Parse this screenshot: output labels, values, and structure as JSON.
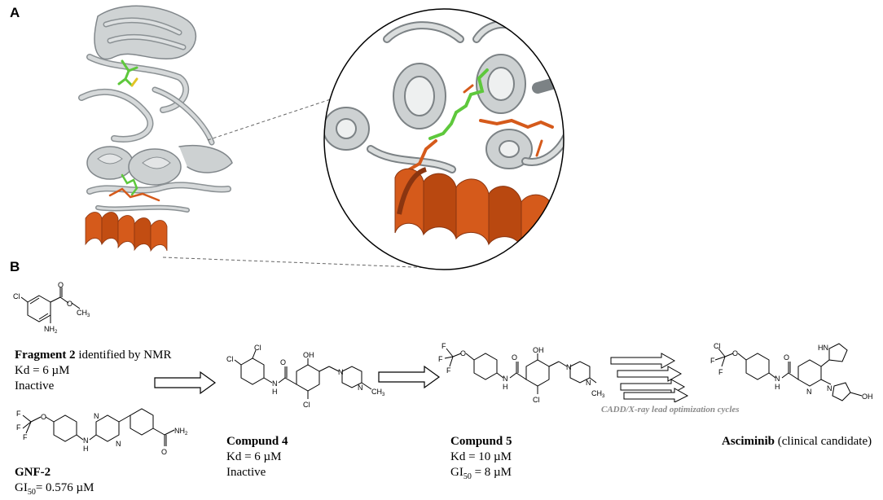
{
  "panels": {
    "a": "A",
    "b": "B"
  },
  "fragment2": {
    "name": "Fragment 2",
    "suffix": " identified by NMR",
    "kd": "Kd = 6 µM",
    "activity": "Inactive",
    "atoms": {
      "cl": "Cl",
      "nh2": "NH",
      "nh2_sub": "2",
      "o1": "O",
      "o2": "O",
      "ch3": "CH",
      "ch3_sub": "3"
    }
  },
  "gnf2": {
    "name": "GNF-2",
    "gi_label": "GI",
    "gi_sub": "50",
    "gi_value": "= 0.576 µM",
    "atoms": {
      "f1": "F",
      "f2": "F",
      "f3": "F",
      "o": "O",
      "n1": "N",
      "n2": "N",
      "nh": "N",
      "h": "H",
      "nh2": "NH",
      "nh2_sub": "2",
      "co": "O"
    }
  },
  "compound4": {
    "name": "Compund 4",
    "kd": "Kd = 6 µM",
    "activity": "Inactive",
    "atoms": {
      "cl1": "Cl",
      "cl2": "Cl",
      "cl3": "Cl",
      "o": "O",
      "oh": "OH",
      "n": "N",
      "h": "H",
      "pn1": "N",
      "pn2": "N",
      "me": "CH",
      "me_sub": "3"
    }
  },
  "compound5": {
    "name": "Compund 5",
    "kd": "Kd = 10 µM",
    "gi_label": "GI",
    "gi_sub": "50",
    "gi_value": " = 8 µM",
    "atoms": {
      "f1": "F",
      "f2": "F",
      "f3": "F",
      "o1": "O",
      "o": "O",
      "oh": "OH",
      "n": "N",
      "h": "H",
      "cl": "Cl",
      "pn1": "N",
      "pn2": "N",
      "me": "CH",
      "me_sub": "3"
    }
  },
  "asciminib": {
    "name": "Asciminib",
    "suffix": " (clinical candidate)",
    "atoms": {
      "cl": "Cl",
      "f1": "F",
      "f2": "F",
      "o1": "O",
      "o": "O",
      "n": "N",
      "h": "H",
      "pyN": "N",
      "hn": "HN",
      "pzN": "N",
      "oh": "OH"
    }
  },
  "optimization_note": "CADD/X-ray lead optimization cycles",
  "colors": {
    "ribbon": "#c5c9ca",
    "ribbon_edge": "#7f8486",
    "helix": "#d55a1b",
    "ligand": "#5ec83c"
  }
}
